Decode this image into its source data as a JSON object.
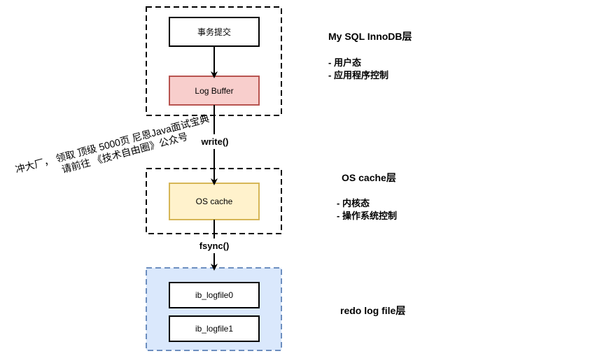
{
  "layers": {
    "innodb": {
      "title": "My SQL InnoDB层",
      "points": [
        "- 用户态",
        "- 应用程序控制"
      ]
    },
    "os_cache": {
      "title": "OS cache层",
      "points": [
        "- 内核态",
        "- 操作系统控制"
      ]
    },
    "redo": {
      "title": "redo log file层"
    }
  },
  "nodes": {
    "commit": "事务提交",
    "log_buffer": "Log Buffer",
    "os_cache": "OS cache",
    "logfile0": "ib_logfile0",
    "logfile1": "ib_logfile1"
  },
  "edges": {
    "write": "write()",
    "fsync": "fsync()"
  },
  "watermark": {
    "line1": "冲大厂， 领取 顶级  5000页 尼恩Java面试宝典",
    "line2": "请前往 《技术自由圈》公众号"
  },
  "colors": {
    "log_buffer_fill": "#f8cecc",
    "log_buffer_stroke": "#b85450",
    "os_cache_fill": "#fff2cc",
    "os_cache_stroke": "#d6b656",
    "redo_fill": "#dae8fc",
    "redo_stroke": "#6c8ebf"
  }
}
